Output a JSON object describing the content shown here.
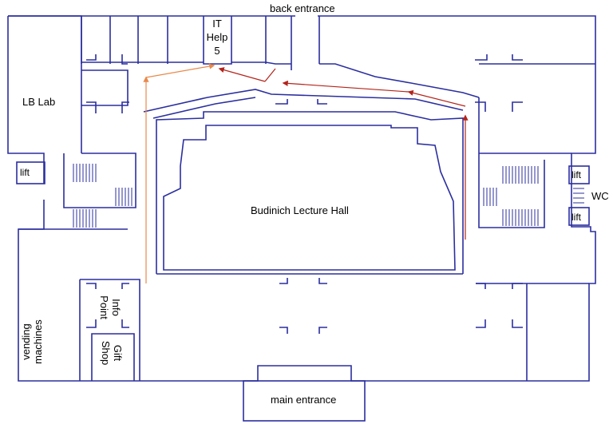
{
  "labels": {
    "back_entrance": "back entrance",
    "it_help_line1": "IT",
    "it_help_line2": "Help",
    "it_help_line3": "5",
    "lb_lab": "LB Lab",
    "lift_left": "lift",
    "lift_right_top": "lift",
    "lift_right_bottom": "lift",
    "wc": "WC",
    "lecture_hall": "Budinich Lecture Hall",
    "info_point_line1": "Info",
    "info_point_line2": "Point",
    "gift_shop_line1": "Gift",
    "gift_shop_line2": "Shop",
    "vending_line1": "vending",
    "vending_line2": "machines",
    "main_entrance": "main entrance"
  },
  "colors": {
    "walls": "#2b2f9e",
    "route_orange": "#e8894a",
    "route_red": "#b3241b",
    "text": "#000000",
    "background": "#ffffff"
  },
  "routes": [
    {
      "name": "orange-route",
      "from": "Info Point",
      "to": "IT Help 5"
    },
    {
      "name": "red-route",
      "from": "right corridor",
      "to": "IT Help 5"
    }
  ]
}
